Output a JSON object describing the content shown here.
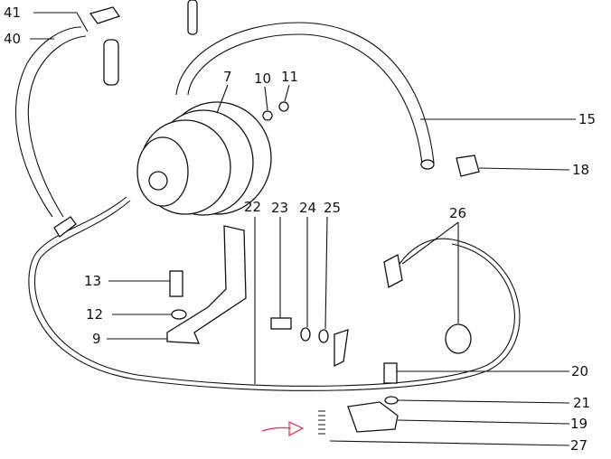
{
  "diagram": {
    "callouts": {
      "p41": "41",
      "p40": "40",
      "p7": "7",
      "p10": "10",
      "p11": "11",
      "p15": "15",
      "p18": "18",
      "p22": "22",
      "p23": "23",
      "p24": "24",
      "p25": "25",
      "p26": "26",
      "p13": "13",
      "p12": "12",
      "p9": "9",
      "p20": "20",
      "p21": "21",
      "p19": "19",
      "p27": "27"
    },
    "annotation_color": "#e0405a"
  }
}
